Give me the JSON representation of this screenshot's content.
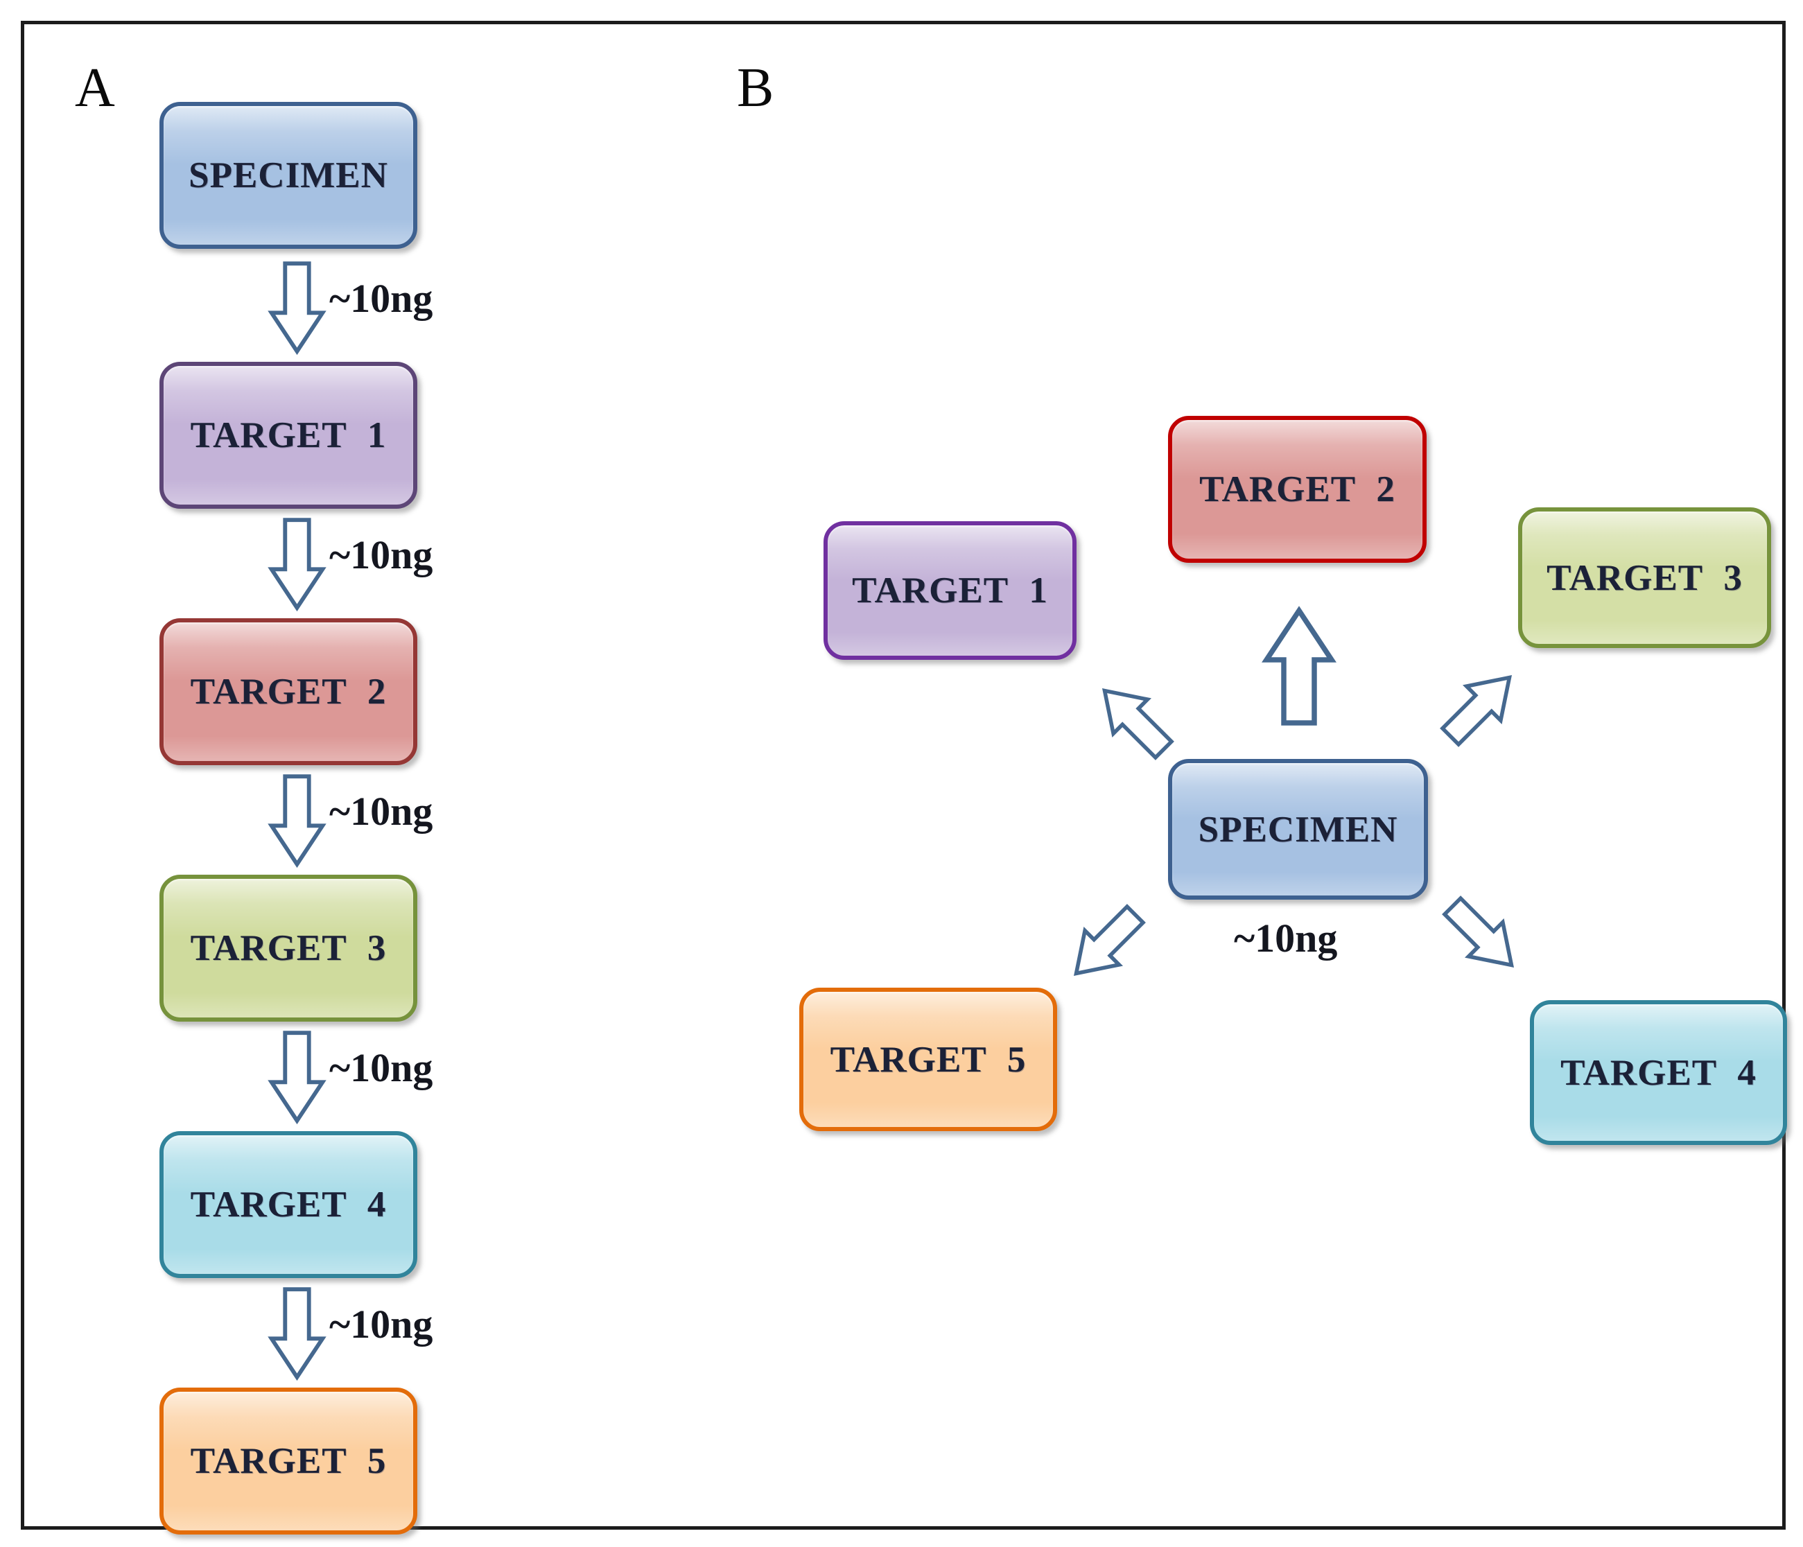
{
  "figure": {
    "arrow_outline_color": "#45688f",
    "node_text_color": "#1b2137",
    "panel_a": {
      "label": "A",
      "nodes": [
        {
          "id": "specimen",
          "label": "SPECIMEN",
          "fill": "#a6c1e2",
          "border": "#3e6190"
        },
        {
          "id": "target-1",
          "label": "TARGET 1",
          "fill": "#c4b3d8",
          "border": "#5d4677"
        },
        {
          "id": "target-2",
          "label": "TARGET 2",
          "fill": "#dc9896",
          "border": "#953735"
        },
        {
          "id": "target-3",
          "label": "TARGET 3",
          "fill": "#cfdb9d",
          "border": "#76923c"
        },
        {
          "id": "target-4",
          "label": "TARGET 4",
          "fill": "#a9dce8",
          "border": "#31849b"
        },
        {
          "id": "target-5",
          "label": "TARGET 5",
          "fill": "#fccf9f",
          "border": "#e36c0a"
        }
      ],
      "arrows": [
        {
          "label": "~10ng",
          "direction": "down"
        },
        {
          "label": "~10ng",
          "direction": "down"
        },
        {
          "label": "~10ng",
          "direction": "down"
        },
        {
          "label": "~10ng",
          "direction": "down"
        },
        {
          "label": "~10ng",
          "direction": "down"
        }
      ]
    },
    "panel_b": {
      "label": "B",
      "dose_label": "~10ng",
      "center_node": {
        "id": "specimen",
        "label": "SPECIMEN",
        "fill": "#a6c1e2",
        "border": "#3e6190"
      },
      "target_nodes": [
        {
          "id": "target-1",
          "label": "TARGET 1",
          "fill": "#c4b3d8",
          "border": "#7030a0",
          "position": "upper-left"
        },
        {
          "id": "target-2",
          "label": "TARGET 2",
          "fill": "#dc9896",
          "border": "#c00000",
          "position": "top"
        },
        {
          "id": "target-3",
          "label": "TARGET 3",
          "fill": "#d4dfa6",
          "border": "#77933c",
          "position": "upper-right"
        },
        {
          "id": "target-4",
          "label": "TARGET 4",
          "fill": "#a9dce8",
          "border": "#31849b",
          "position": "lower-right"
        },
        {
          "id": "target-5",
          "label": "TARGET 5",
          "fill": "#fccf9f",
          "border": "#e36c0a",
          "position": "lower-left"
        }
      ],
      "arrow_directions": [
        "up",
        "upper-left",
        "upper-right",
        "lower-left",
        "lower-right"
      ]
    }
  }
}
